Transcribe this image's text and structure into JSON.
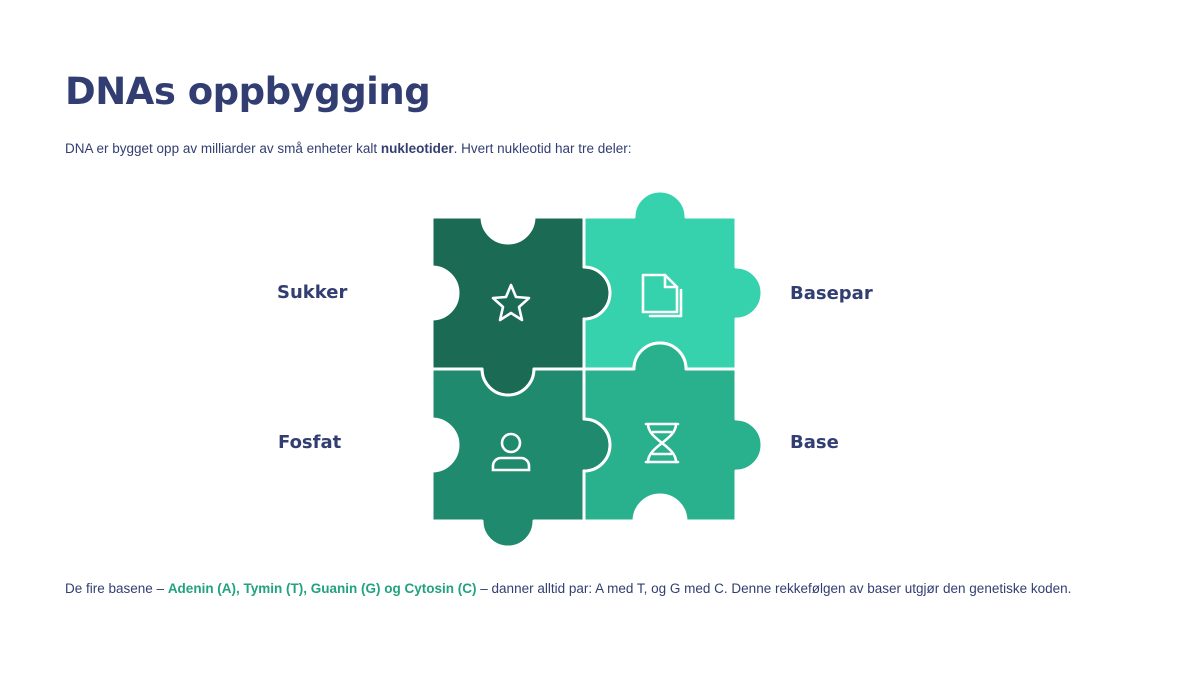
{
  "title": "DNAs oppbygging",
  "intro": {
    "before": "DNA er bygget opp av milliarder av små enheter kalt ",
    "bold": "nukleotider",
    "after": ". Hvert nukleotid har tre deler:"
  },
  "labels": {
    "top_left": "Sukker",
    "bottom_left": "Fosfat",
    "top_right": "Basepar",
    "bottom_right": "Base"
  },
  "pieces": {
    "top_left": {
      "color": "#1a6a54",
      "icon": "star-icon"
    },
    "top_right": {
      "color": "#36d1ad",
      "icon": "document-icon"
    },
    "bottom_left": {
      "color": "#208a6e",
      "icon": "user-icon"
    },
    "bottom_right": {
      "color": "#29b08d",
      "icon": "dna-icon"
    }
  },
  "footer": {
    "before": "De fire basene – ",
    "highlight": "Adenin (A), Tymin (T), Guanin (G) og Cytosin (C)",
    "after": " – danner alltid par: A med T, og G med C. Denne rekkefølgen av baser utgjør den genetiske koden."
  }
}
